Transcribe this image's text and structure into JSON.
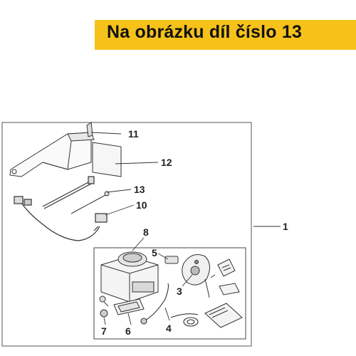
{
  "banner": {
    "text": "Na obrázku díl číslo 13",
    "background": "#f6c21a"
  },
  "callouts": {
    "part_1": "1",
    "part_3": "3",
    "part_4": "4",
    "part_5": "5",
    "part_6": "6",
    "part_7": "7",
    "part_8": "8",
    "part_10": "10",
    "part_11": "11",
    "part_12": "12",
    "part_13": "13"
  },
  "line_color": "#333333"
}
